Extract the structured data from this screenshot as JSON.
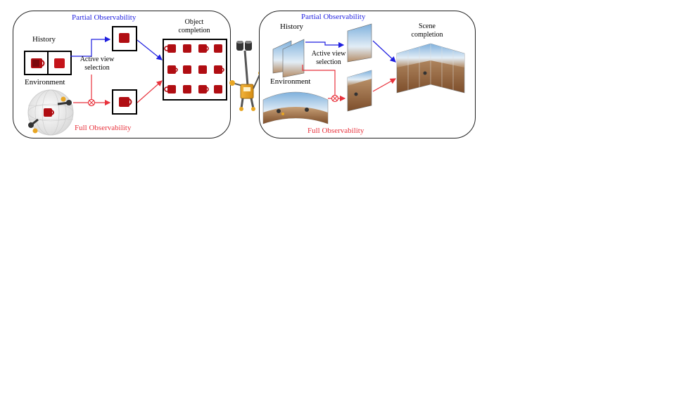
{
  "left_panel": {
    "title_partial": "Partial Observability",
    "title_full": "Full Observability",
    "history_label": "History",
    "environment_label": "Environment",
    "active_view_line1": "Active view",
    "active_view_line2": "selection",
    "completion_line1": "Object",
    "completion_line2": "completion"
  },
  "right_panel": {
    "title_partial": "Partial Observability",
    "title_full": "Full Observability",
    "history_label": "History",
    "environment_label": "Environment",
    "active_view_line1": "Active view",
    "active_view_line2": "selection",
    "completion_line1": "Scene",
    "completion_line2": "completion"
  },
  "colors": {
    "partial": "#1f1fe0",
    "full": "#e8323c",
    "cup": "#b00d12",
    "robot": "#e8a623"
  },
  "icons": [
    "red-mug-icon",
    "robot-arm-icon",
    "binoculars-robot-icon",
    "panorama-view-icon"
  ]
}
